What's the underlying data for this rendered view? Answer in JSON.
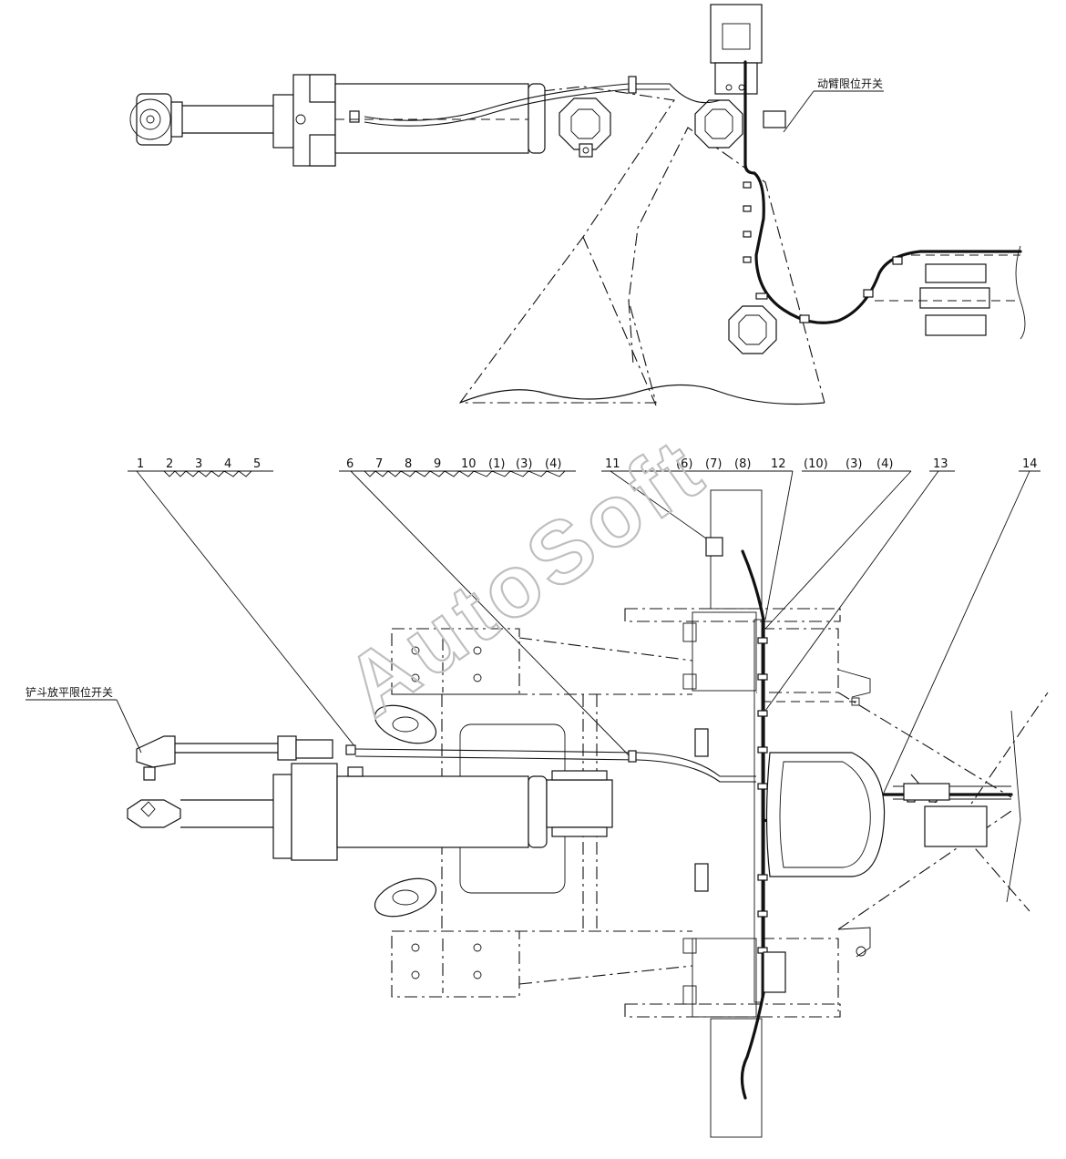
{
  "labels": {
    "boom_limit_switch": "动臂限位开关",
    "bucket_level_limit_switch": "铲斗放平限位开关"
  },
  "callouts": [
    {
      "text": "1"
    },
    {
      "text": "2"
    },
    {
      "text": "3"
    },
    {
      "text": "4"
    },
    {
      "text": "5"
    },
    {
      "text": "6"
    },
    {
      "text": "7"
    },
    {
      "text": "8"
    },
    {
      "text": "9"
    },
    {
      "text": "10"
    },
    {
      "text": "(1)"
    },
    {
      "text": "(3)"
    },
    {
      "text": "(4)"
    },
    {
      "text": "11"
    },
    {
      "text": "(6)"
    },
    {
      "text": "(7)"
    },
    {
      "text": "(8)"
    },
    {
      "text": "12"
    },
    {
      "text": "(10)"
    },
    {
      "text": "(3)"
    },
    {
      "text": "(4)"
    },
    {
      "text": "13"
    },
    {
      "text": "14"
    }
  ],
  "watermark": "AutoSoft",
  "colors": {
    "line": "#111111",
    "background": "#ffffff",
    "watermark": "#bfbfbf"
  }
}
